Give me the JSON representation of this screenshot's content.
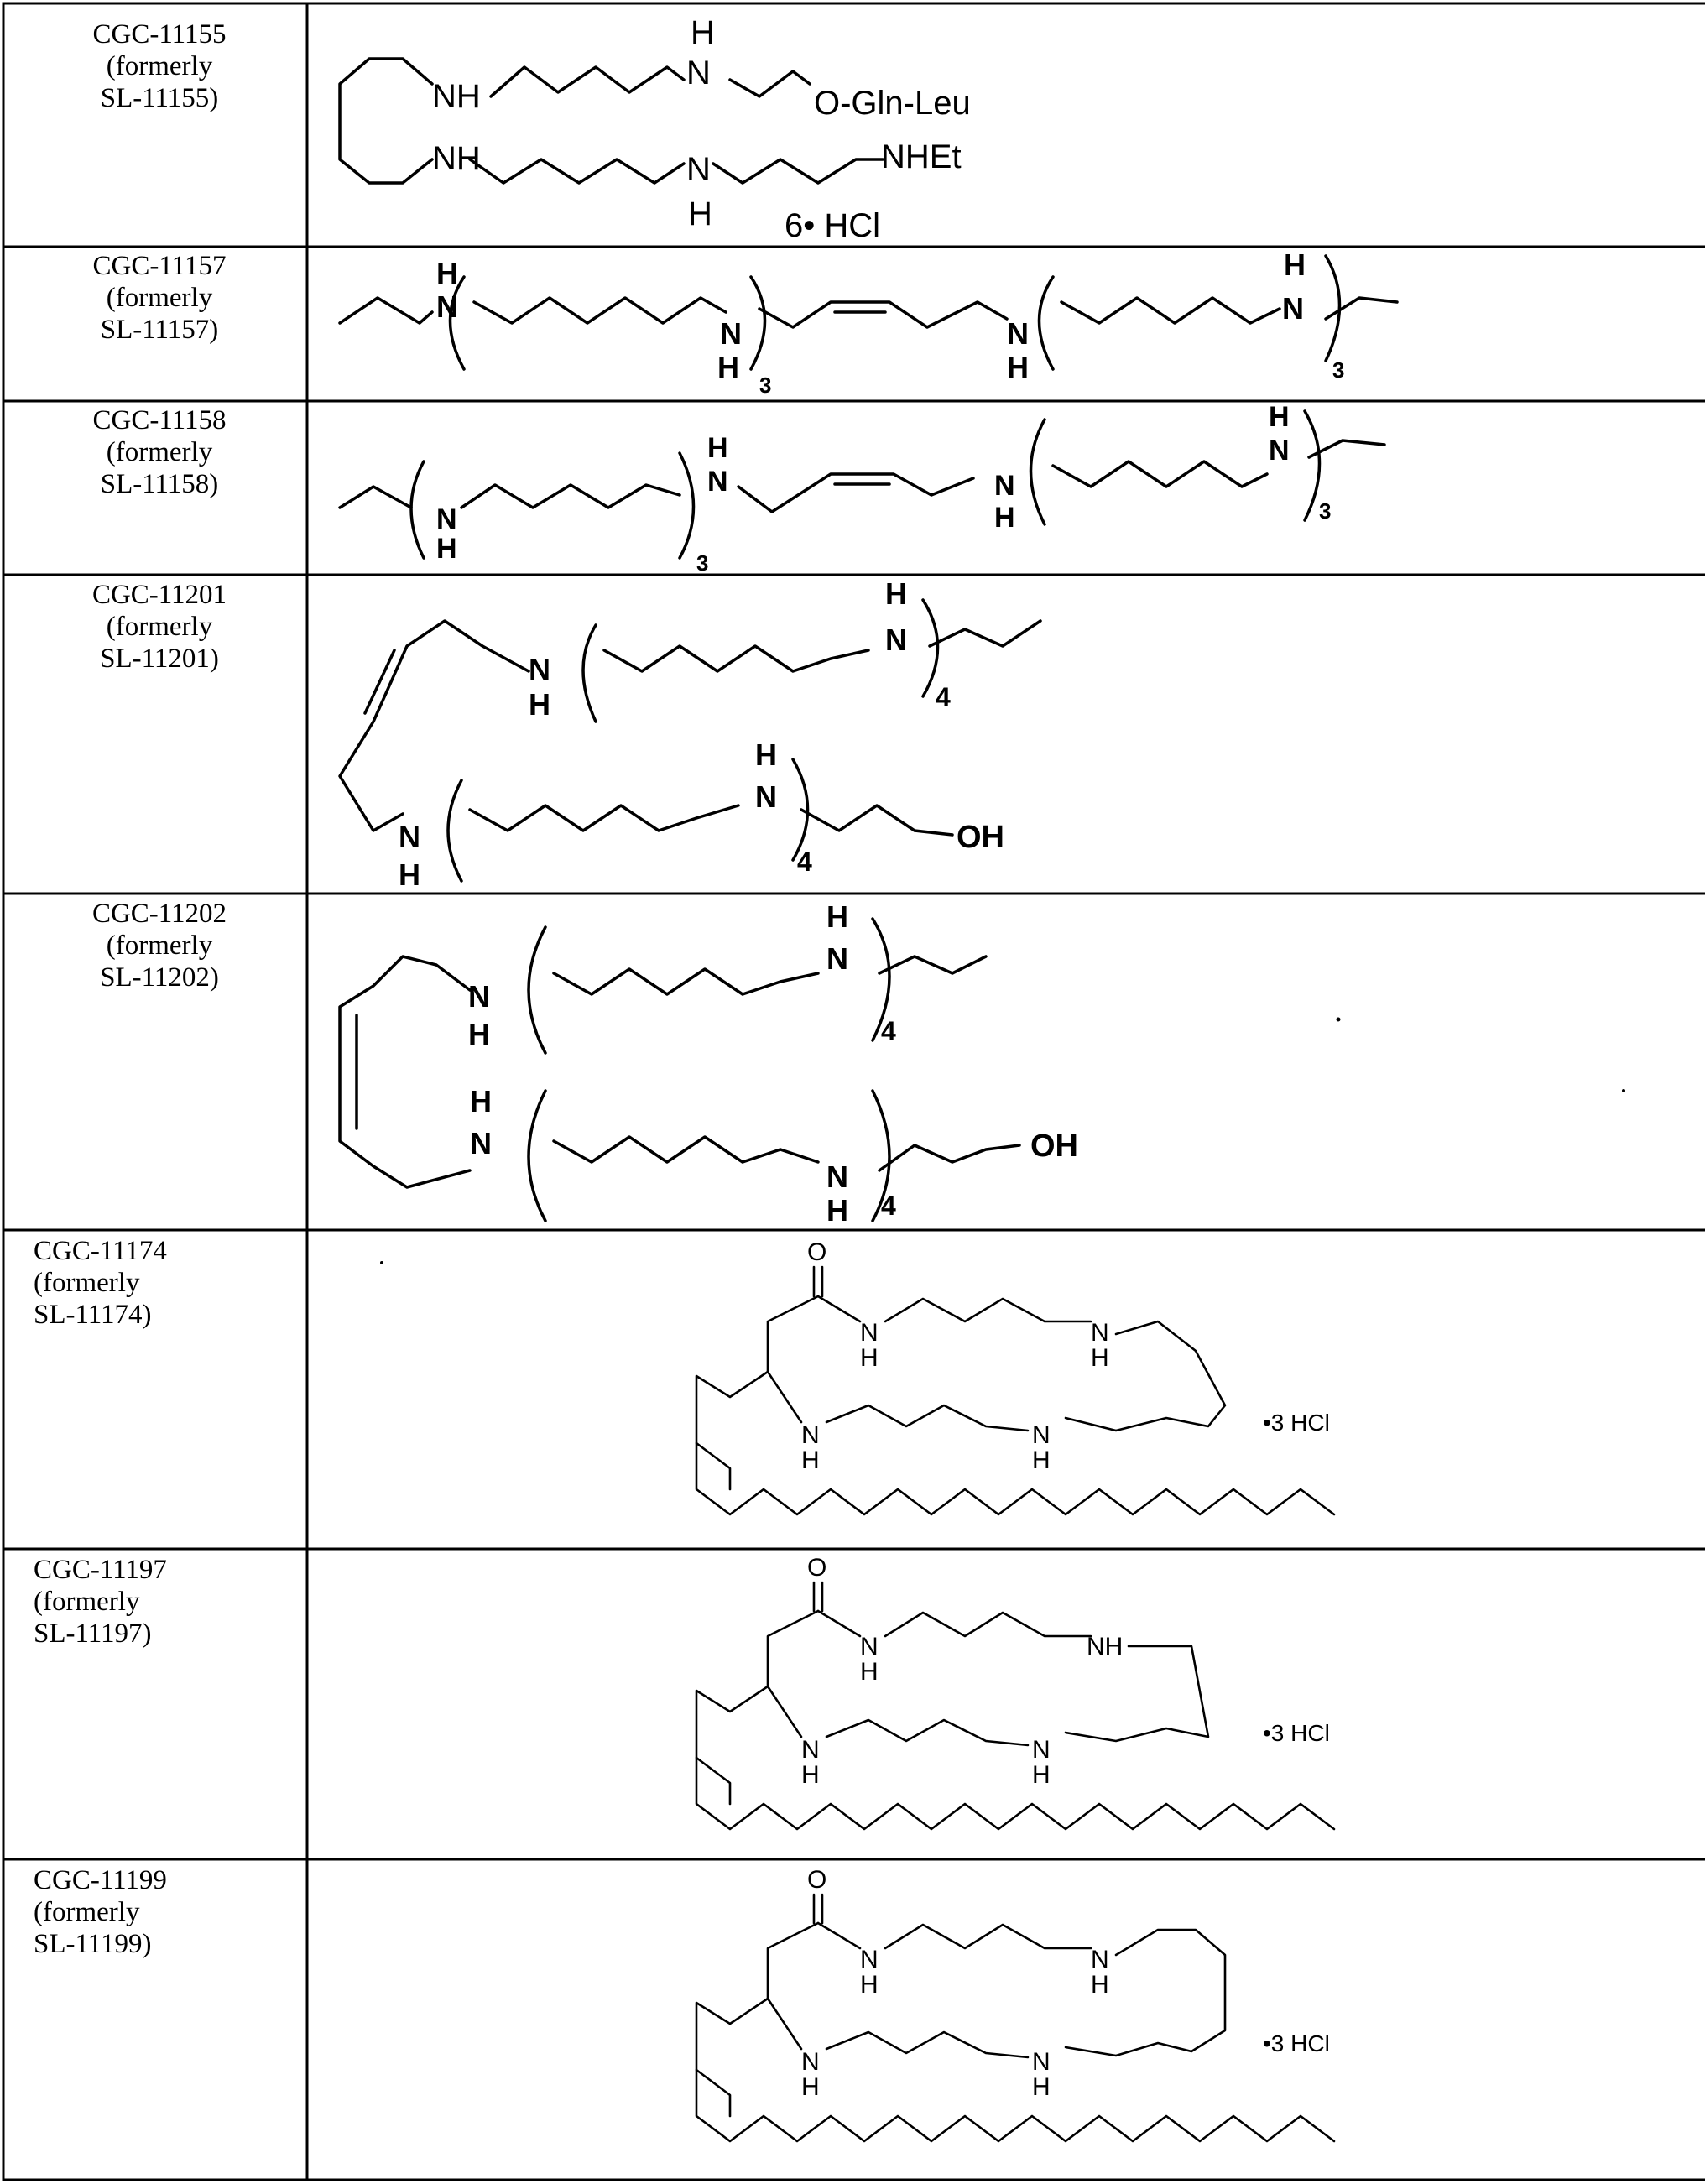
{
  "rows": [
    {
      "label": [
        "CGC-11155",
        "(formerly",
        "SL-11155)"
      ]
    },
    {
      "label": [
        "CGC-11157",
        "(formerly",
        "SL-11157)"
      ]
    },
    {
      "label": [
        "CGC-11158",
        "(formerly",
        "SL-11158)"
      ]
    },
    {
      "label": [
        "CGC-11201",
        "(formerly",
        "SL-11201)"
      ]
    },
    {
      "label": [
        "CGC-11202",
        "(formerly",
        "SL-11202)"
      ]
    },
    {
      "label": [
        "CGC-11174",
        "(formerly",
        "SL-11174)"
      ]
    },
    {
      "label": [
        "CGC-11197",
        "(formerly",
        "SL-11197)"
      ]
    },
    {
      "label": [
        "CGC-11199",
        "(formerly",
        "SL-11199)"
      ]
    }
  ],
  "structures": {
    "r1": {
      "H": "H",
      "NH": "NH",
      "NHEt": "NHEt",
      "O_Gln_Leu": "O-Gln-Leu",
      "salt": "6• HCl"
    },
    "r2": {
      "H": "H",
      "N": "N",
      "sub": "3"
    },
    "r3": {
      "H": "H",
      "N": "N",
      "sub": "3"
    },
    "r4": {
      "H": "H",
      "N": "N",
      "sub": "4",
      "OH": "OH"
    },
    "r5": {
      "H": "H",
      "N": "N",
      "sub": "4",
      "OH": "OH"
    },
    "r6": {
      "O": "O",
      "N": "N",
      "H": "H",
      "salt": "•3 HCl"
    },
    "r7": {
      "O": "O",
      "N": "N",
      "H": "H",
      "NH": "NH",
      "salt": "•3 HCl"
    },
    "r8": {
      "O": "O",
      "N": "N",
      "H": "H",
      "salt": "•3 HCl"
    }
  }
}
